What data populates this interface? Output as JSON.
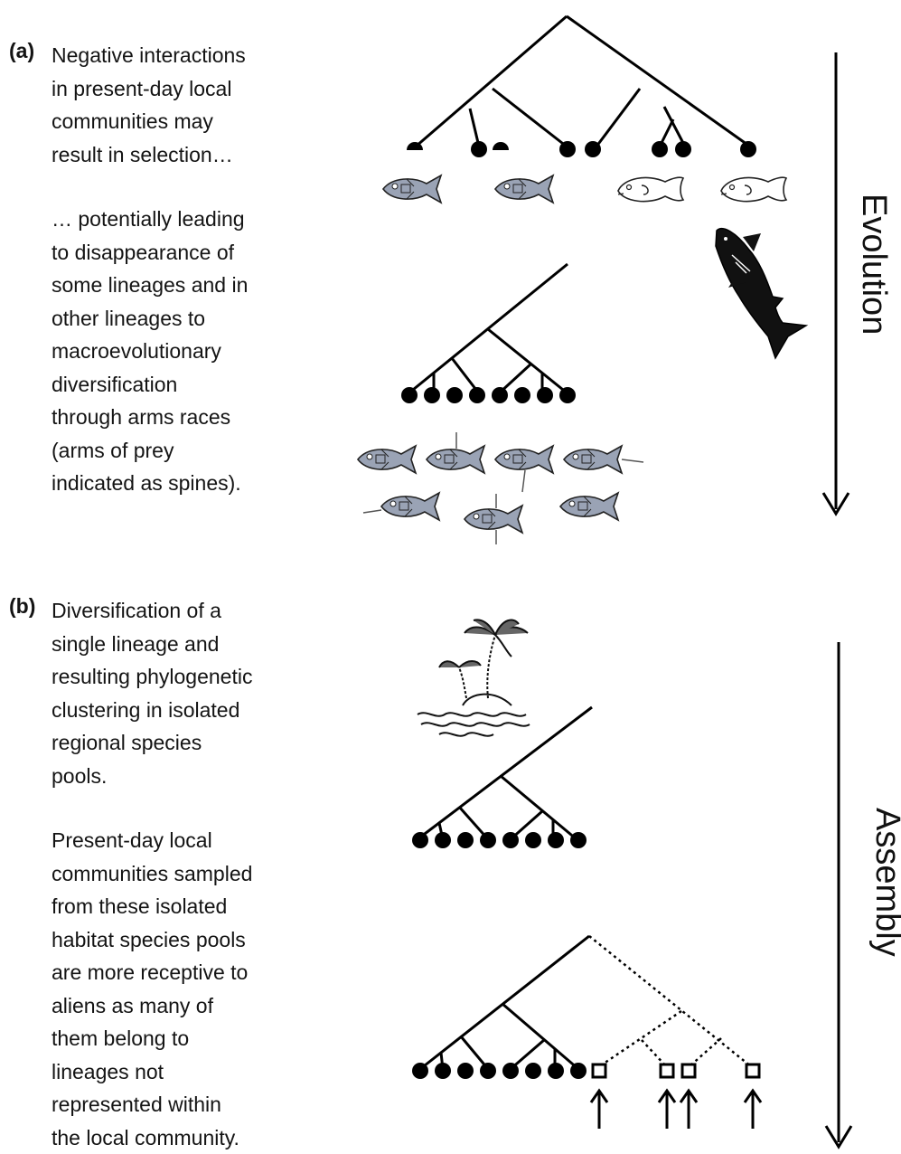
{
  "panel_a": {
    "label": "(a)",
    "paragraph1": [
      "Negative interactions",
      "in present-day local",
      "communities may",
      "result in selection…"
    ],
    "paragraph2": [
      "… potentially leading",
      "to disappearance of",
      "some lineages and in",
      "other lineages to",
      "macroevolutionary",
      "diversification",
      "through arms races",
      "(arms of prey",
      "indicated as spines)."
    ]
  },
  "panel_b": {
    "label": "(b)",
    "paragraph1": [
      "Diversification of a",
      "single lineage and",
      "resulting phylogenetic",
      "clustering in isolated",
      "regional species",
      "pools."
    ],
    "paragraph2": [
      "Present-day local",
      "communities sampled",
      "from these isolated",
      "habitat species pools",
      "are more receptive to",
      "aliens as many of",
      "them belong to",
      "lineages not",
      "represented within",
      "the local community."
    ]
  },
  "axis_labels": {
    "evolution": "Evolution",
    "assembly": "Assembly"
  },
  "icons": [
    "fish-icon",
    "shark-icon",
    "island-icon",
    "arrow-up-icon"
  ],
  "colors": {
    "ink": "#000000",
    "fish_fill": "#9aa3b5"
  }
}
